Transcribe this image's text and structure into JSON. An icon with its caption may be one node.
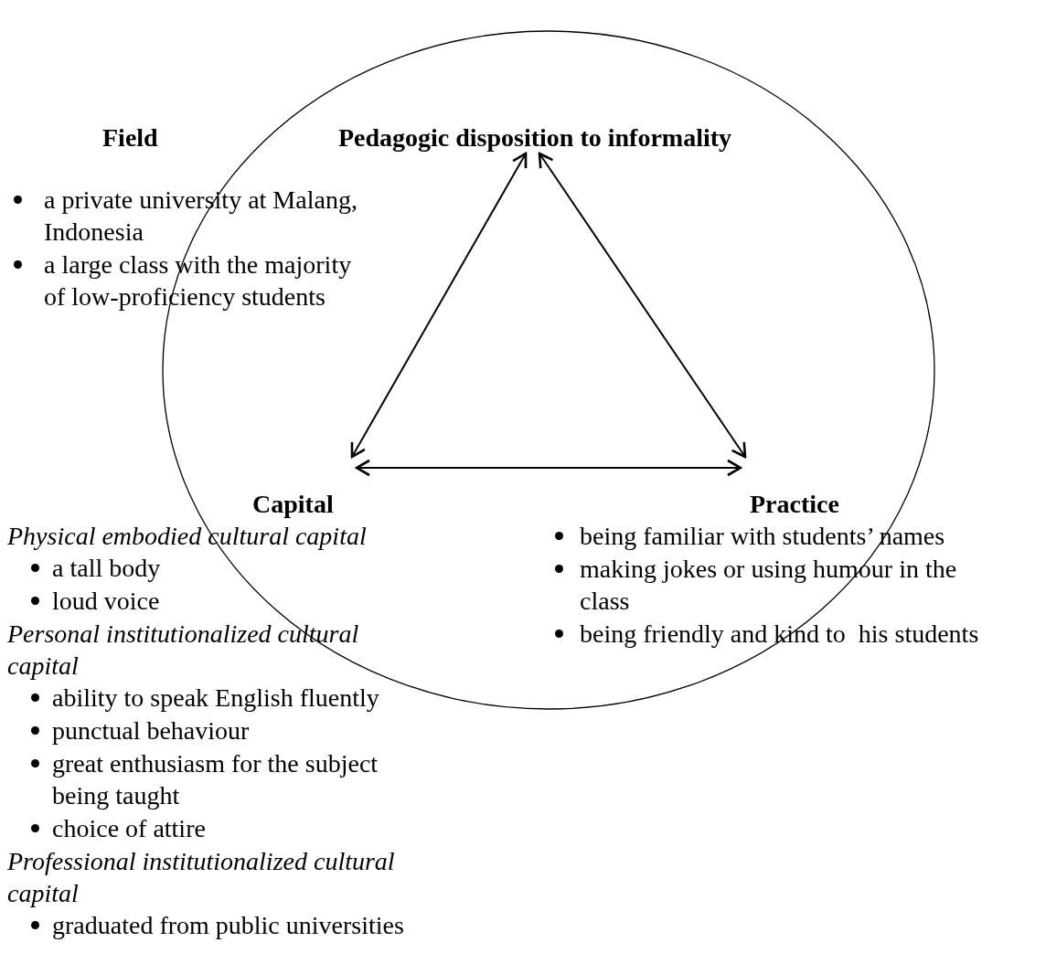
{
  "diagram": {
    "nodes": [
      {
        "text": [],
        "shape": "circle"
      },
      {
        "text": [
          "Pedagogic disposition to informality"
        ],
        "in": 0
      },
      {
        "text": [
          "Field",
          "a private university at Malang, Indonesia",
          "a large class with the majority of low-proficiency students"
        ]
      },
      {
        "text": [
          "Capital",
          "Physical embodied cultural capital",
          "a tall body",
          "loud voice",
          "Personal institutionalized cultural capital",
          "ability to speak English fluently",
          "punctual behaviour",
          "great enthusiasm for the subject being taught",
          "choice of attire",
          "Professional institutionalized cultural capital",
          "graduated from public universities"
        ]
      },
      {
        "text": [
          "Practice",
          "being familiar with students’ names",
          "making jokes or using humour in the class",
          "being friendly and kind to  his students"
        ]
      }
    ],
    "edges": [
      {
        "from": 1,
        "to": 3,
        "arrow": "both"
      },
      {
        "from": 1,
        "to": 4,
        "arrow": "both"
      },
      {
        "from": 3,
        "to": 4,
        "arrow": "both"
      }
    ]
  }
}
